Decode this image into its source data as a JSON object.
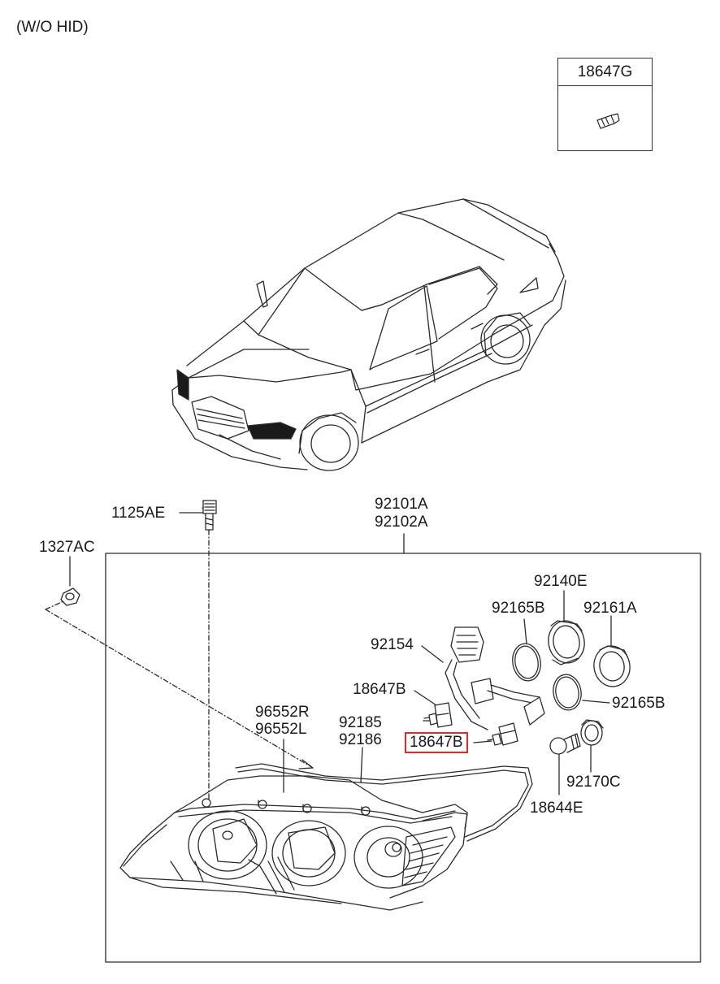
{
  "header": {
    "variant_note": "(W/O HID)"
  },
  "inset": {
    "part_no": "18647G"
  },
  "parts": {
    "bolt": "1125AE",
    "nut": "1327AC",
    "assembly_r": "92101A",
    "assembly_l": "92102A",
    "wiring": "92154",
    "socket": "92140E",
    "ring_a": "92165B",
    "cap": "92161A",
    "ring_b": "92165B",
    "bulb_low": "18647B",
    "bulb_high": "18647B",
    "bulb_signal": "18644E",
    "signal_socket": "92170C",
    "trim_r": "96552R",
    "trim_l": "96552L",
    "seal_1": "92185",
    "seal_2": "92186"
  },
  "highlight": {
    "part": "bulb_high",
    "color": "#e8262a"
  }
}
